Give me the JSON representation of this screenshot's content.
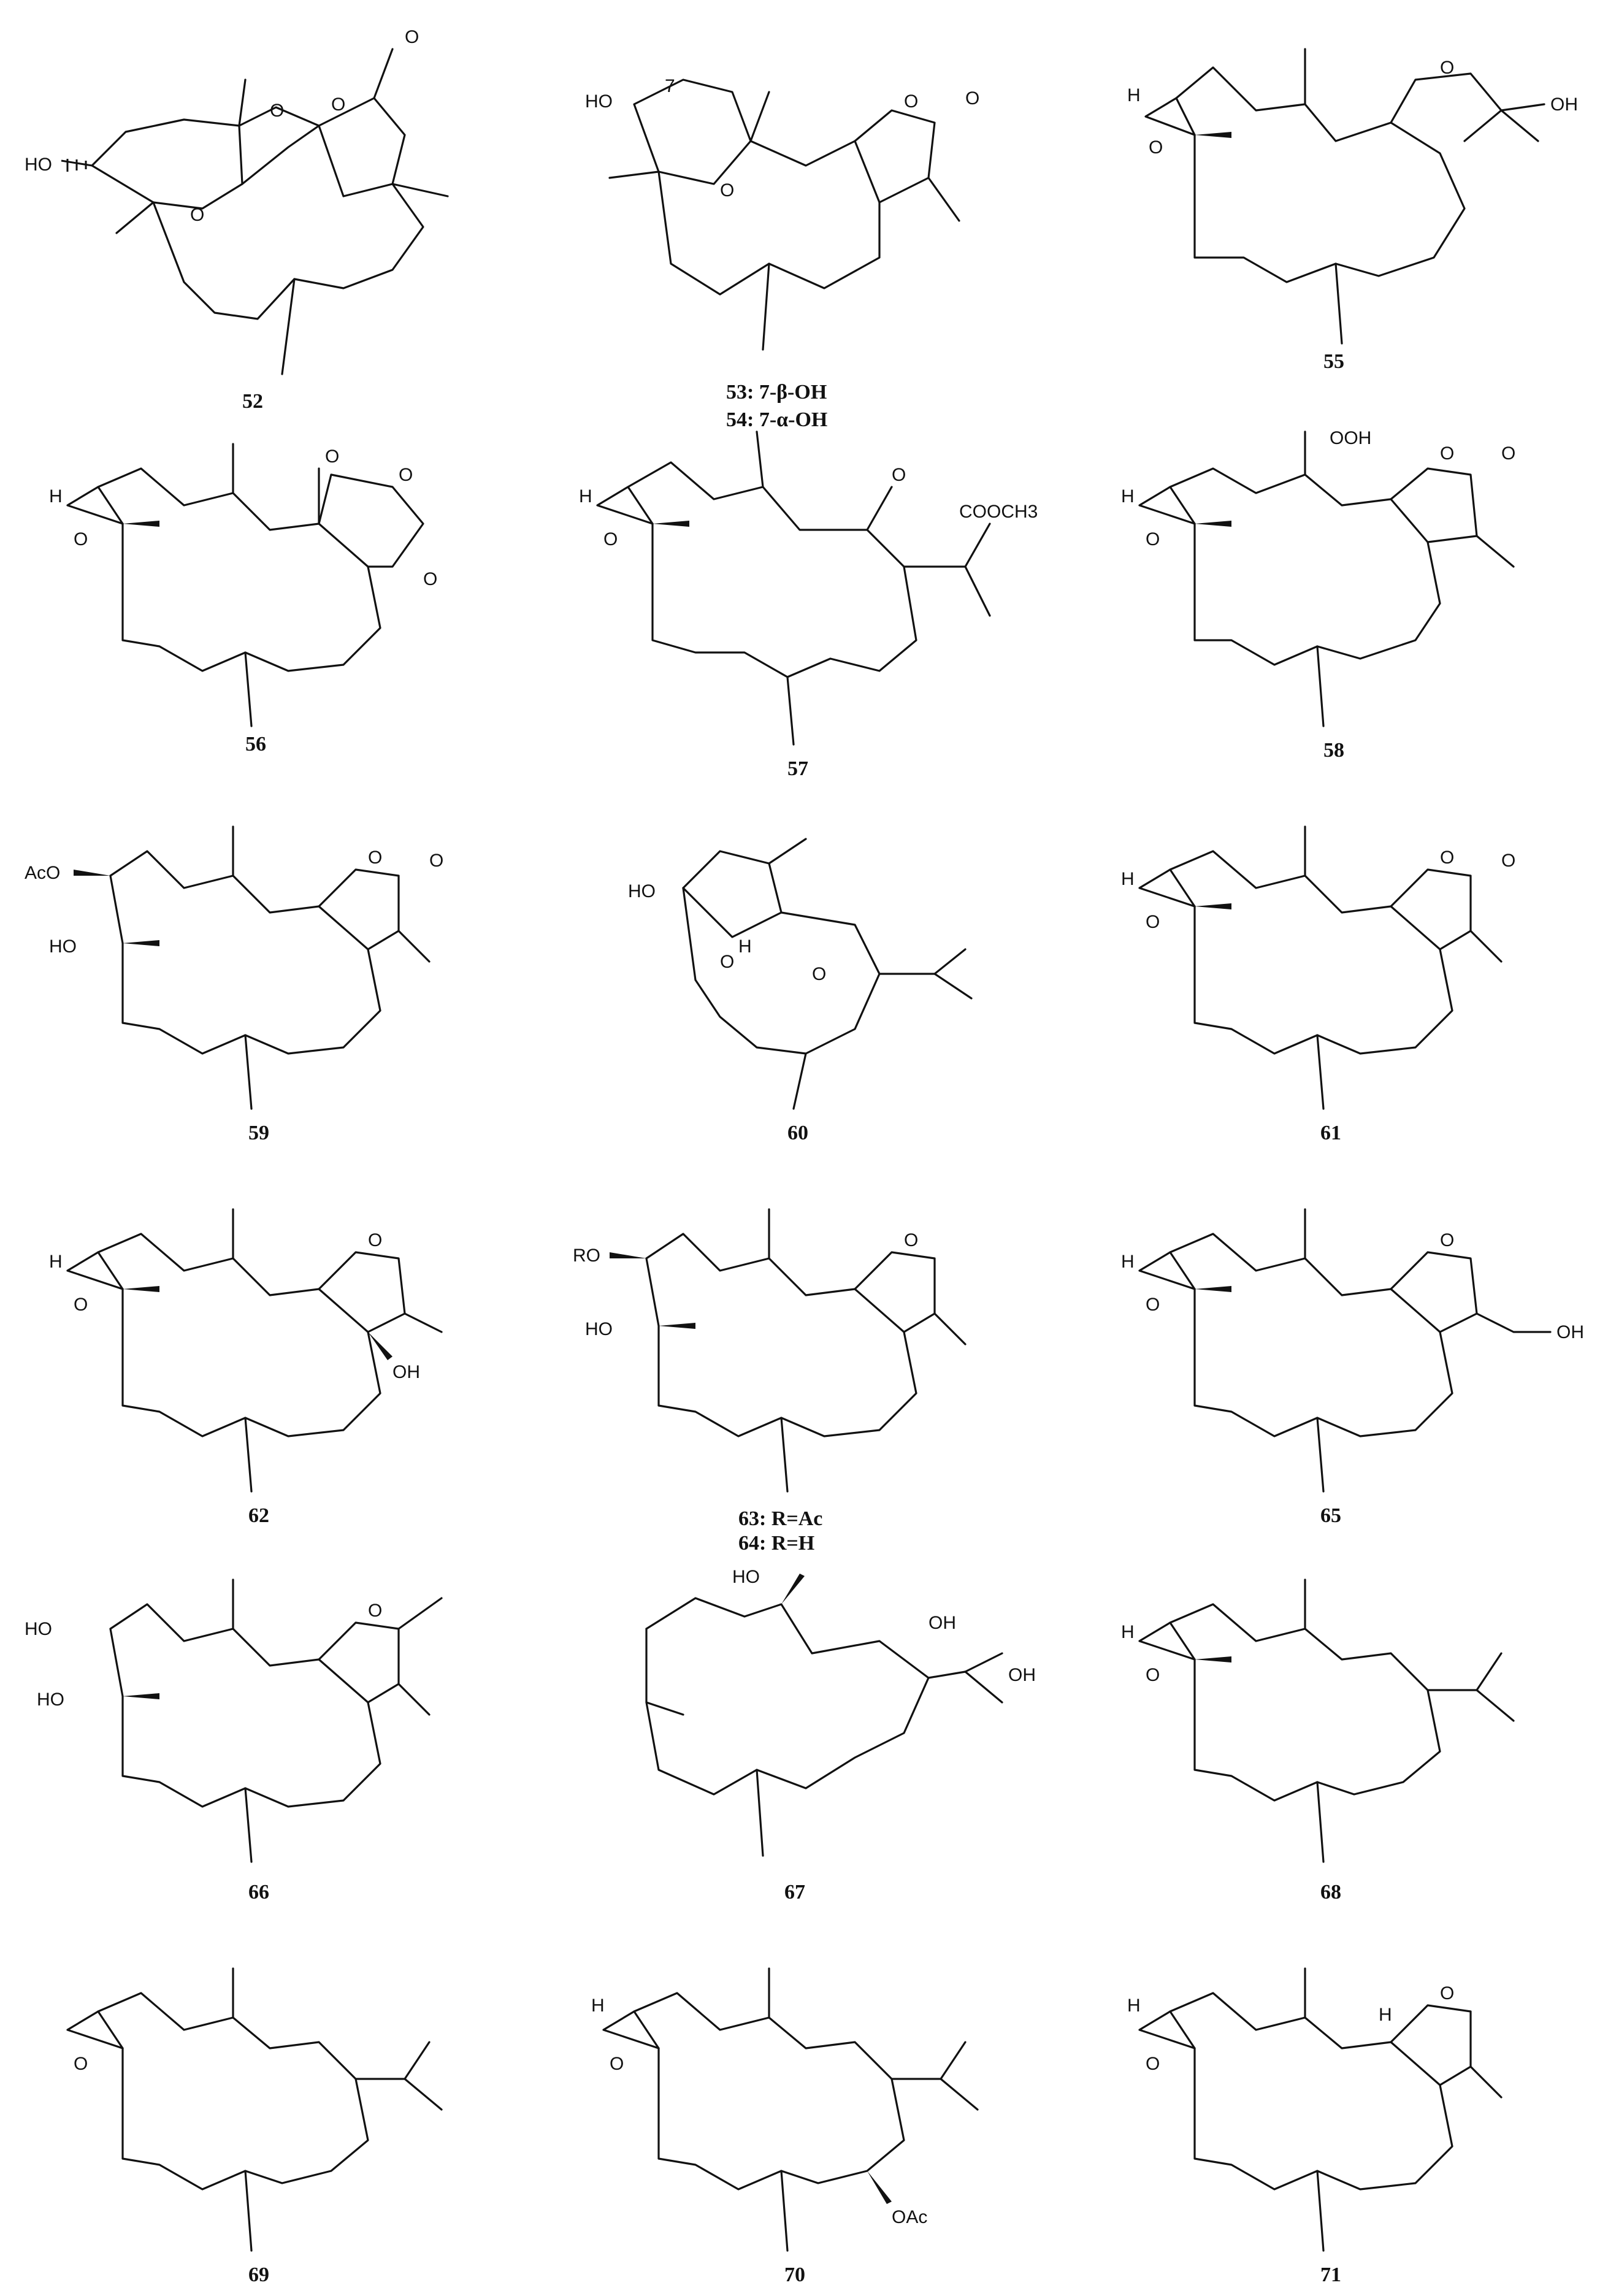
{
  "compounds": [
    {
      "number": "52",
      "caption_lines": [
        "52"
      ],
      "atom_labels": [
        "HO",
        "O",
        "O",
        "O",
        "O"
      ]
    },
    {
      "number": "53",
      "caption_lines": [
        "53: 7-β-OH",
        "54: 7-α-OH"
      ],
      "atom_labels": [
        "HO",
        "7",
        "O",
        "O",
        "O"
      ]
    },
    {
      "number": "55",
      "caption_lines": [
        "55"
      ],
      "atom_labels": [
        "H",
        "O",
        "O",
        "OH"
      ]
    },
    {
      "number": "56",
      "caption_lines": [
        "56"
      ],
      "atom_labels": [
        "H",
        "O",
        "O",
        "O",
        "O"
      ]
    },
    {
      "number": "57",
      "caption_lines": [
        "57"
      ],
      "atom_labels": [
        "H",
        "O",
        "O",
        "COOCH3"
      ]
    },
    {
      "number": "58",
      "caption_lines": [
        "58"
      ],
      "atom_labels": [
        "H",
        "O",
        "OOH",
        "O",
        "O"
      ]
    },
    {
      "number": "59",
      "caption_lines": [
        "59"
      ],
      "atom_labels": [
        "AcO",
        "HO",
        "O",
        "O"
      ]
    },
    {
      "number": "60",
      "caption_lines": [
        "60"
      ],
      "atom_labels": [
        "HO",
        "H",
        "O",
        "O"
      ]
    },
    {
      "number": "61",
      "caption_lines": [
        "61"
      ],
      "atom_labels": [
        "H",
        "O",
        "O",
        "O"
      ]
    },
    {
      "number": "62",
      "caption_lines": [
        "62"
      ],
      "atom_labels": [
        "H",
        "O",
        "O",
        "OH"
      ]
    },
    {
      "number": "63",
      "caption_lines": [
        "63: R=Ac",
        "64: R=H"
      ],
      "atom_labels": [
        "RO",
        "HO",
        "O"
      ]
    },
    {
      "number": "65",
      "caption_lines": [
        "65"
      ],
      "atom_labels": [
        "H",
        "O",
        "O",
        "OH"
      ]
    },
    {
      "number": "66",
      "caption_lines": [
        "66"
      ],
      "atom_labels": [
        "HO",
        "HO",
        "O"
      ]
    },
    {
      "number": "67",
      "caption_lines": [
        "67"
      ],
      "atom_labels": [
        "HO",
        "OH",
        "OH"
      ]
    },
    {
      "number": "68",
      "caption_lines": [
        "68"
      ],
      "atom_labels": [
        "H",
        "O"
      ]
    },
    {
      "number": "69",
      "caption_lines": [
        "69"
      ],
      "atom_labels": [
        "O"
      ]
    },
    {
      "number": "70",
      "caption_lines": [
        "70"
      ],
      "atom_labels": [
        "H",
        "O",
        "OAc"
      ]
    },
    {
      "number": "71",
      "caption_lines": [
        "71"
      ],
      "atom_labels": [
        "H",
        "O",
        "H",
        "O"
      ]
    }
  ]
}
